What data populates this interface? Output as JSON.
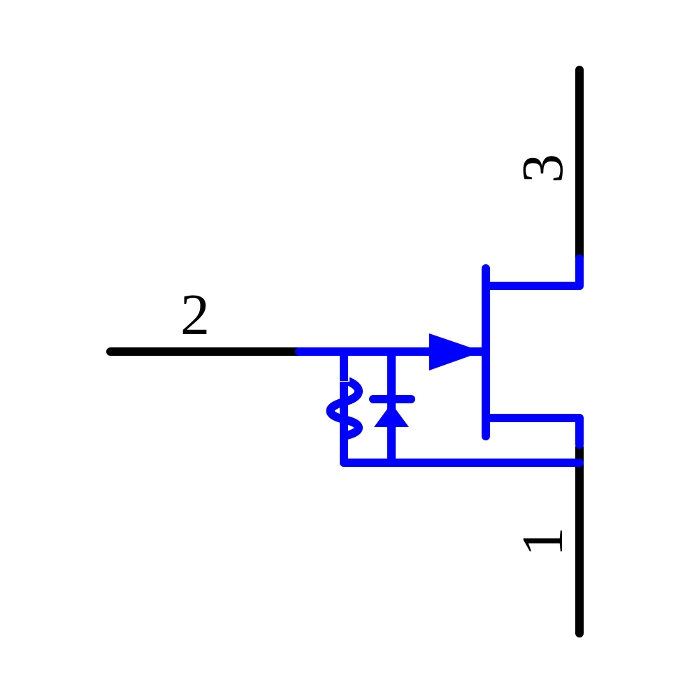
{
  "diagram": {
    "type": "schematic-symbol",
    "description": "Bipolar transistor symbol with integrated base-emitter resistor and diode",
    "colors": {
      "pin_color": "#000000",
      "body_color": "#0000ff",
      "background": "#ffffff"
    },
    "pins": [
      {
        "number": "1",
        "name": "pin-1"
      },
      {
        "number": "2",
        "name": "pin-2"
      },
      {
        "number": "3",
        "name": "pin-3"
      }
    ],
    "components": [
      "transistor",
      "resistor",
      "diode"
    ]
  }
}
